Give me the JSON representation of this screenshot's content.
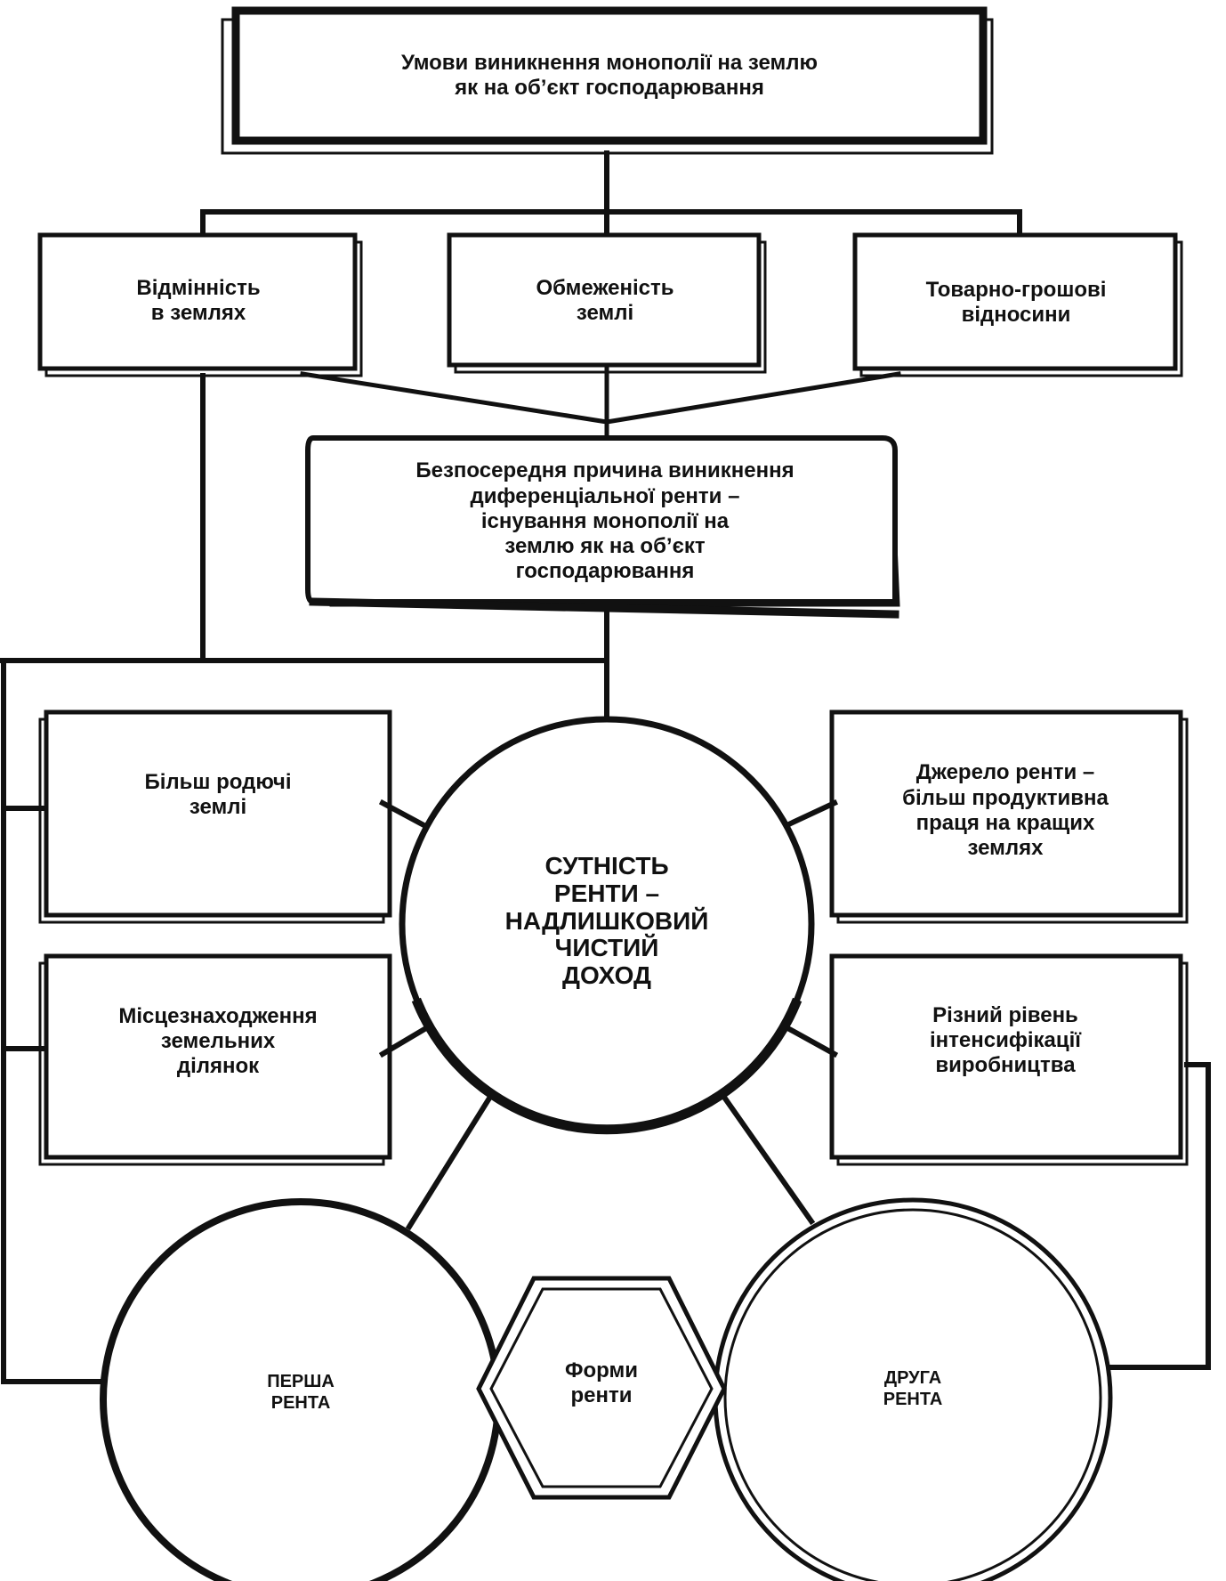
{
  "title": {
    "line1": "Умови виникнення монополії на землю",
    "line2": "як на об’єкт господарювання"
  },
  "conditions": [
    {
      "line1": "Відмінність",
      "line2": "в землях"
    },
    {
      "line1": "Обмеженість",
      "line2": "землі"
    },
    {
      "line1": "Товарно-грошові",
      "line2": "відносини"
    }
  ],
  "cause": {
    "lines": [
      "Безпосередня причина виникнення",
      "диференціальної ренти –",
      "існування монополії на",
      "землю як на об’єкт",
      "господарювання"
    ]
  },
  "essence": {
    "lines": [
      "СУТНІСТЬ",
      "РЕНТИ –",
      "НАДЛИШКОВИЙ",
      "ЧИСТИЙ",
      "ДОХОД"
    ]
  },
  "left_boxes": [
    {
      "lines": [
        "Більш родючі",
        "землі"
      ]
    },
    {
      "lines": [
        "Місцезнаходження",
        "земельних",
        "ділянок"
      ]
    }
  ],
  "right_boxes": [
    {
      "lines": [
        "Джерело ренти –",
        "більш продуктивна",
        "праця на кращих",
        "землях"
      ]
    },
    {
      "lines": [
        "Різний рівень",
        "інтенсифікації",
        "виробництва"
      ]
    }
  ],
  "rent_forms": {
    "first": {
      "line1": "ПЕРША",
      "line2": "РЕНТА"
    },
    "center": {
      "line1": "Форми",
      "line2": "ренти"
    },
    "second": {
      "line1": "ДРУГА",
      "line2": "РЕНТА"
    }
  }
}
